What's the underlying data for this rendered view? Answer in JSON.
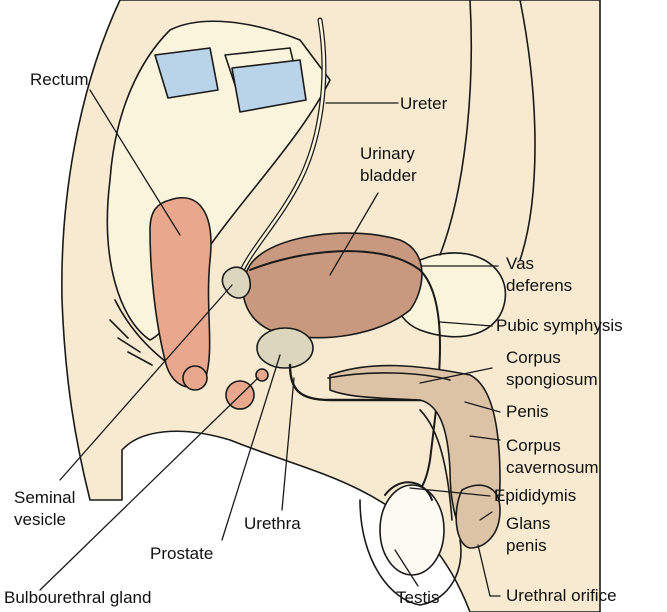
{
  "colors": {
    "skin": "#f7ead0",
    "bone": "#fbf4dc",
    "cartilage": "#b9d3e8",
    "rectum": "#e9a88d",
    "bladder": "#c8997e",
    "prostate": "#ddd6bf",
    "penis_tissue": "#ddc3a6",
    "testis": "#fbfaf3",
    "outline": "#1a1a1a"
  },
  "labels": {
    "rectum": "Rectum",
    "ureter": "Ureter",
    "urinary_bladder_1": "Urinary",
    "urinary_bladder_2": "bladder",
    "vas_deferens_1": "Vas",
    "vas_deferens_2": "deferens",
    "pubic_symphysis": "Pubic symphysis",
    "corpus_spongiosum_1": "Corpus",
    "corpus_spongiosum_2": "spongiosum",
    "penis": "Penis",
    "corpus_cavernosum_1": "Corpus",
    "corpus_cavernosum_2": "cavernosum",
    "epididymis": "Epididymis",
    "glans_penis_1": "Glans",
    "glans_penis_2": "penis",
    "urethral_orifice": "Urethral orifice",
    "testis": "Testis",
    "bulbourethral_gland": "Bulbourethral gland",
    "prostate": "Prostate",
    "urethra": "Urethra",
    "seminal_vesicle_1": "Seminal",
    "seminal_vesicle_2": "vesicle"
  }
}
